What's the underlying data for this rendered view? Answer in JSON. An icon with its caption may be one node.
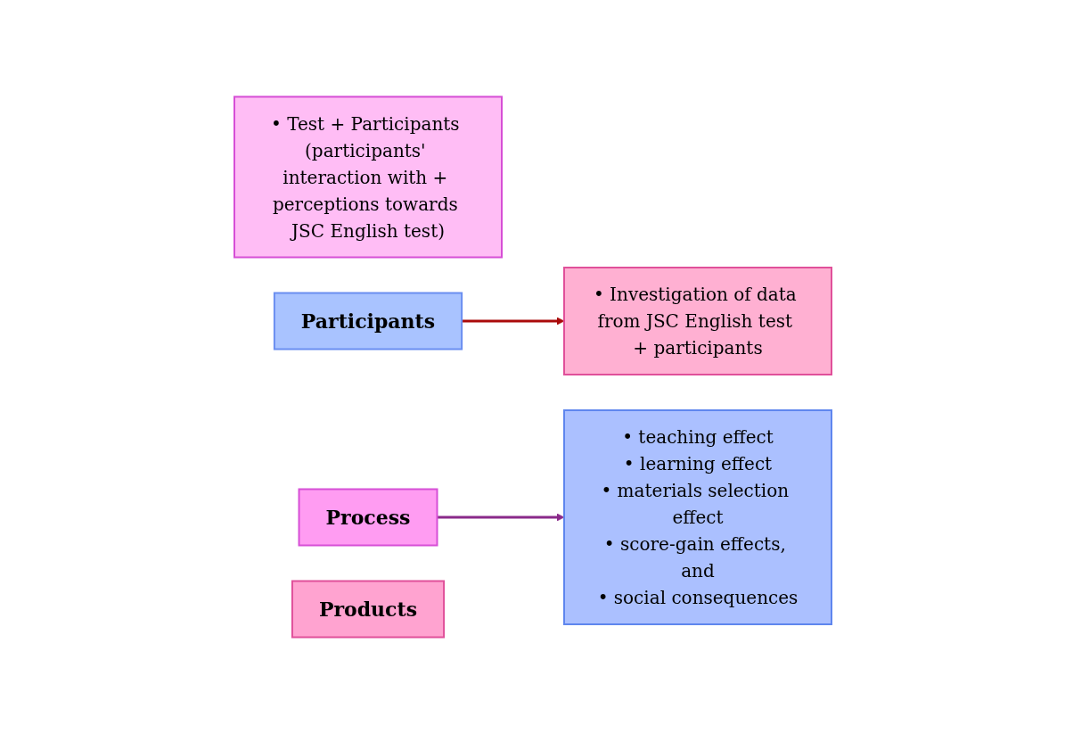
{
  "diagram": {
    "nodes": [
      {
        "text": [
          "• Test + Participants (participants' interaction with + perceptions towards JSC English test)"
        ]
      },
      {
        "text": [
          "Participants"
        ]
      },
      {
        "text": [
          "• Investigation of data from JSC English test + participants"
        ]
      },
      {
        "text": [
          "Process"
        ]
      },
      {
        "text": [
          "• teaching effect",
          "• learning effect",
          "• materials selection effect",
          "• score-gain effects, and",
          "• social consequences"
        ]
      },
      {
        "text": [
          "Products"
        ]
      }
    ],
    "edges": [
      {
        "from": 1,
        "to": 2,
        "arrow": "to",
        "color": "#aa0a0a"
      },
      {
        "from": 3,
        "to": 4,
        "arrow": "to",
        "color": "#8a2a8a"
      }
    ]
  }
}
